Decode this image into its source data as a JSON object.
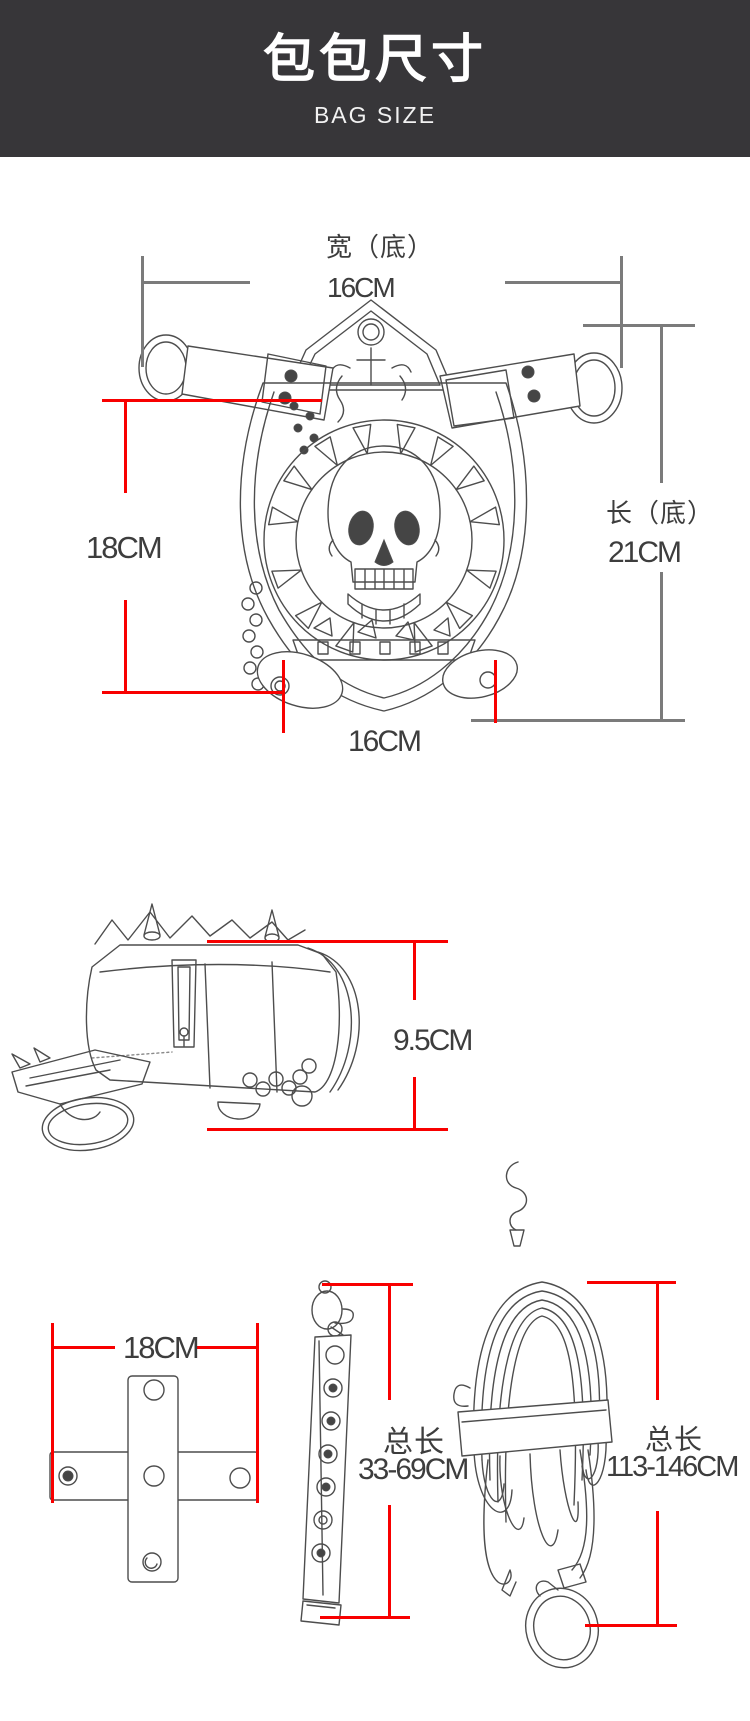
{
  "header": {
    "title": "包包尺寸",
    "subtitle": "BAG SIZE",
    "bg_color": "#373639",
    "text_color": "#ffffff"
  },
  "front_view": {
    "top_width": {
      "label": "宽（底）",
      "value": "16CM"
    },
    "side_height": {
      "value": "18CM"
    },
    "length": {
      "label": "长（底）",
      "value": "21CM"
    },
    "bottom_width": {
      "value": "16CM"
    }
  },
  "side_view": {
    "thickness": {
      "value": "9.5CM"
    }
  },
  "accessories": {
    "connector_strap": {
      "width_value": "18CM"
    },
    "short_strap": {
      "label": "总长",
      "value": "33-69CM"
    },
    "long_strap": {
      "label": "总长",
      "value": "113-146CM"
    }
  },
  "colors": {
    "dimension_red": "#f80000",
    "dimension_gray": "#7b7b7b",
    "sketch_ink": "#4d4d4d"
  }
}
